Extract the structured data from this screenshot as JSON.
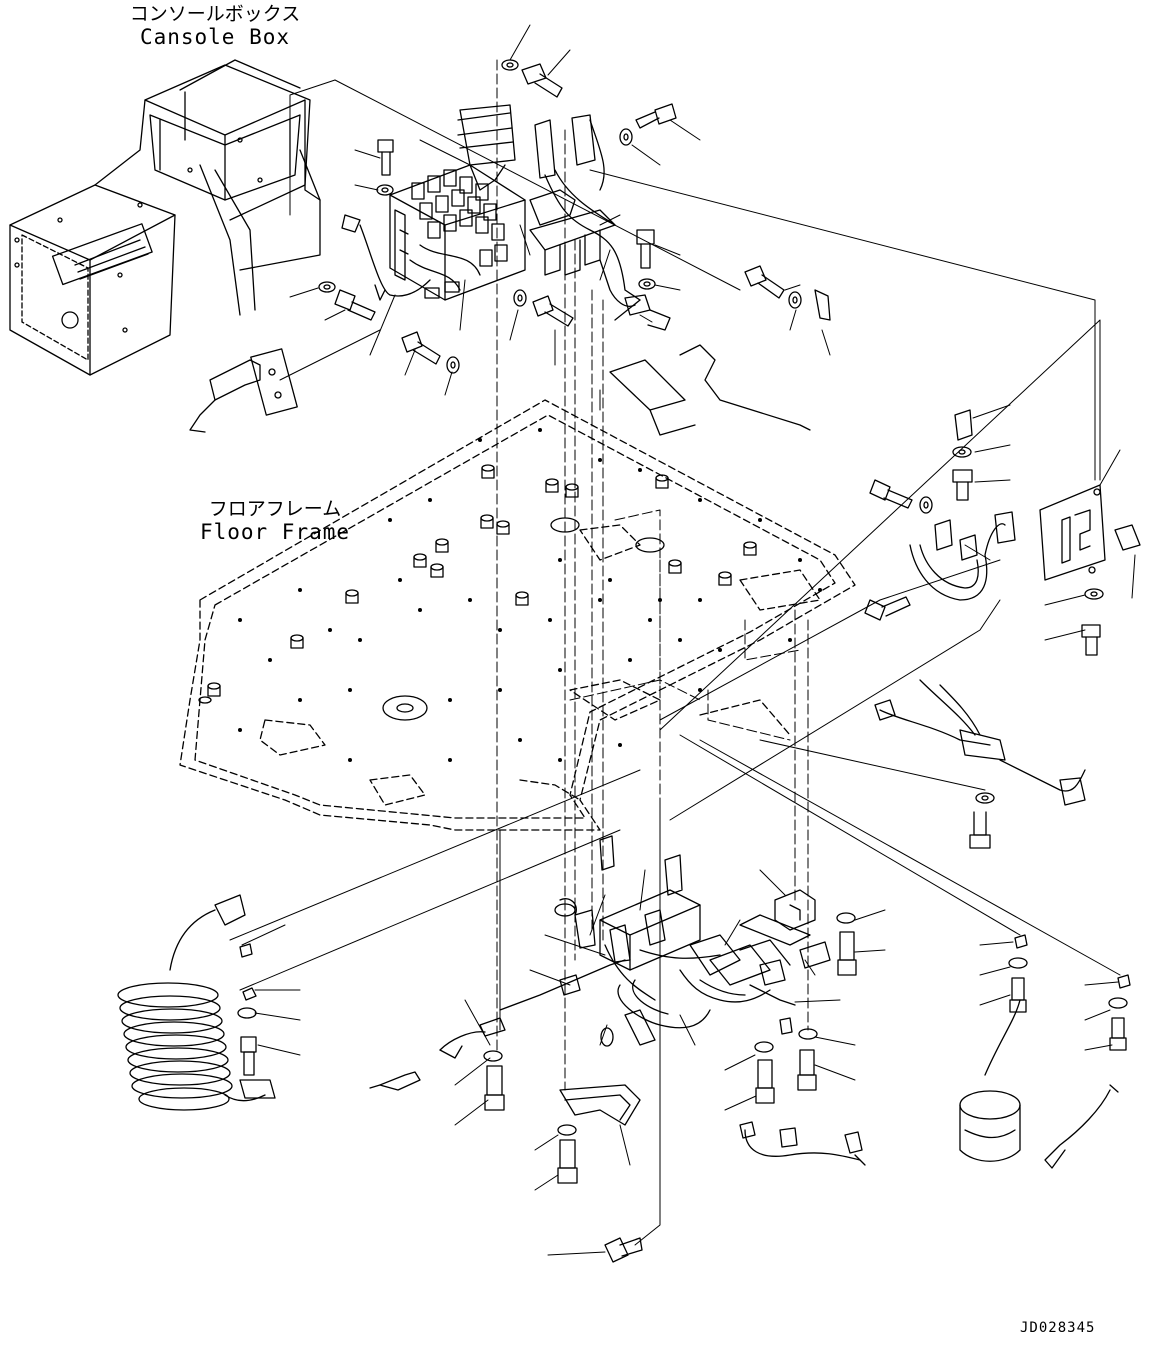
{
  "labels": {
    "console_box_jp": "コンソールボックス",
    "console_box_en": "Cansole Box",
    "floor_frame_jp": "フロアフレーム",
    "floor_frame_en": "Floor Frame"
  },
  "drawing_id": "JD028345",
  "icons": [
    "bolt-icon",
    "washer-icon",
    "connector-icon",
    "clamp-icon",
    "bracket-icon",
    "relay-icon",
    "fuse-box-icon",
    "coiled-cable-icon",
    "horn-icon",
    "sensor-icon"
  ]
}
